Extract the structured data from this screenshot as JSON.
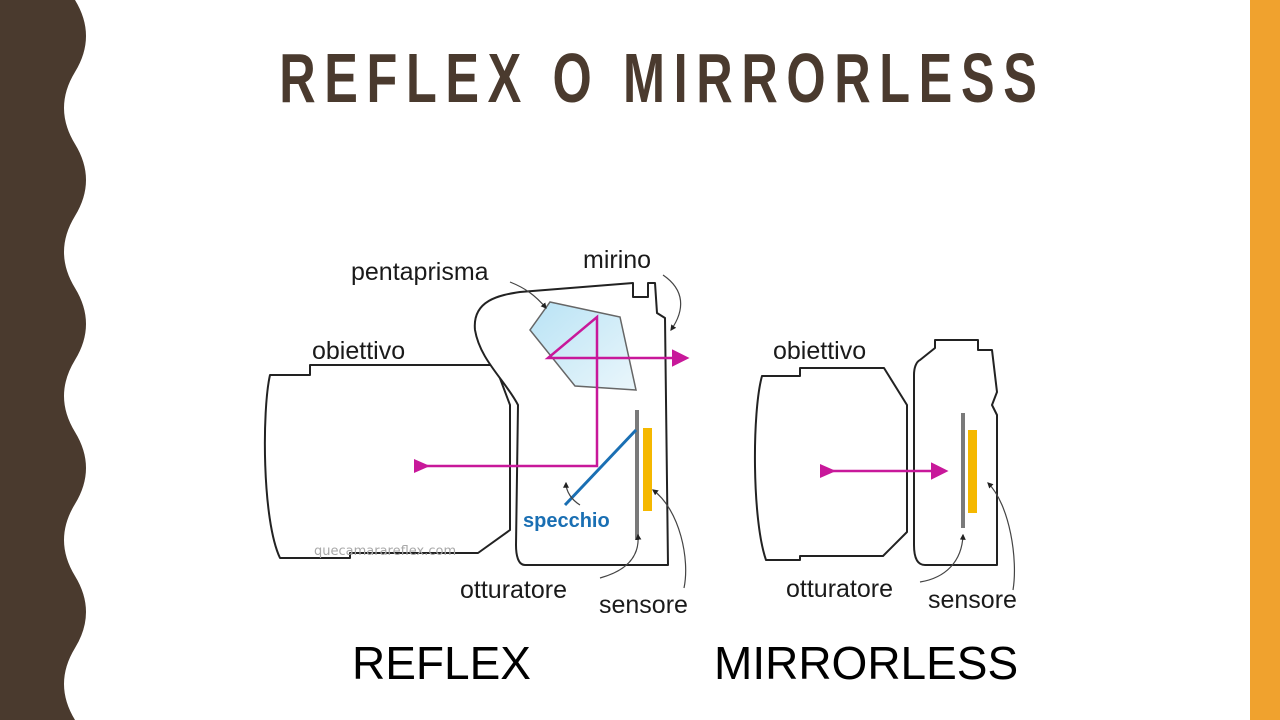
{
  "slide": {
    "title": "REFLEX O MIRRORLESS",
    "colors": {
      "accent_orange": "#f0a22e",
      "dark_brown": "#4a3a2e",
      "ray_magenta": "#c8189a",
      "mirror_blue": "#1a6fb3",
      "sensor_yellow": "#f5b800"
    }
  },
  "diagram": {
    "reflex": {
      "heading": "REFLEX",
      "labels": {
        "pentaprisma": "pentaprisma",
        "mirino": "mirino",
        "obiettivo": "obiettivo",
        "specchio": "specchio",
        "otturatore": "otturatore",
        "sensore": "sensore"
      },
      "watermark": "quecamarareflex.com"
    },
    "mirrorless": {
      "heading": "MIRRORLESS",
      "labels": {
        "obiettivo": "obiettivo",
        "otturatore": "otturatore",
        "sensore": "sensore"
      }
    }
  }
}
